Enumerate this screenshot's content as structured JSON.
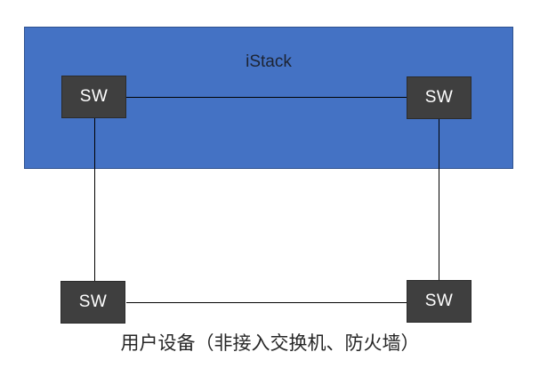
{
  "diagram": {
    "title": "iStack",
    "caption": "用户设备（非接入交换机、防火墙）",
    "nodes": [
      {
        "id": "sw-top-left",
        "label": "SW"
      },
      {
        "id": "sw-top-right",
        "label": "SW"
      },
      {
        "id": "sw-bottom-left",
        "label": "SW"
      },
      {
        "id": "sw-bottom-right",
        "label": "SW"
      }
    ],
    "connectors": [
      {
        "id": "stack-link",
        "from": "sw-top-left",
        "to": "sw-top-right"
      },
      {
        "id": "user-link",
        "from": "sw-bottom-left",
        "to": "sw-bottom-right"
      },
      {
        "id": "uplink-left",
        "from": "sw-top-left",
        "to": "sw-bottom-left"
      },
      {
        "id": "uplink-right",
        "from": "sw-top-right",
        "to": "sw-bottom-right"
      }
    ],
    "colors": {
      "istack_fill": "#4472C4",
      "istack_border": "#2F528F",
      "node_fill": "#3F3F3F",
      "node_border": "#2B2B2B",
      "node_text": "#FFFFFF",
      "connector": "#000000",
      "title_text": "#1D2433",
      "caption_text": "#262626"
    }
  }
}
